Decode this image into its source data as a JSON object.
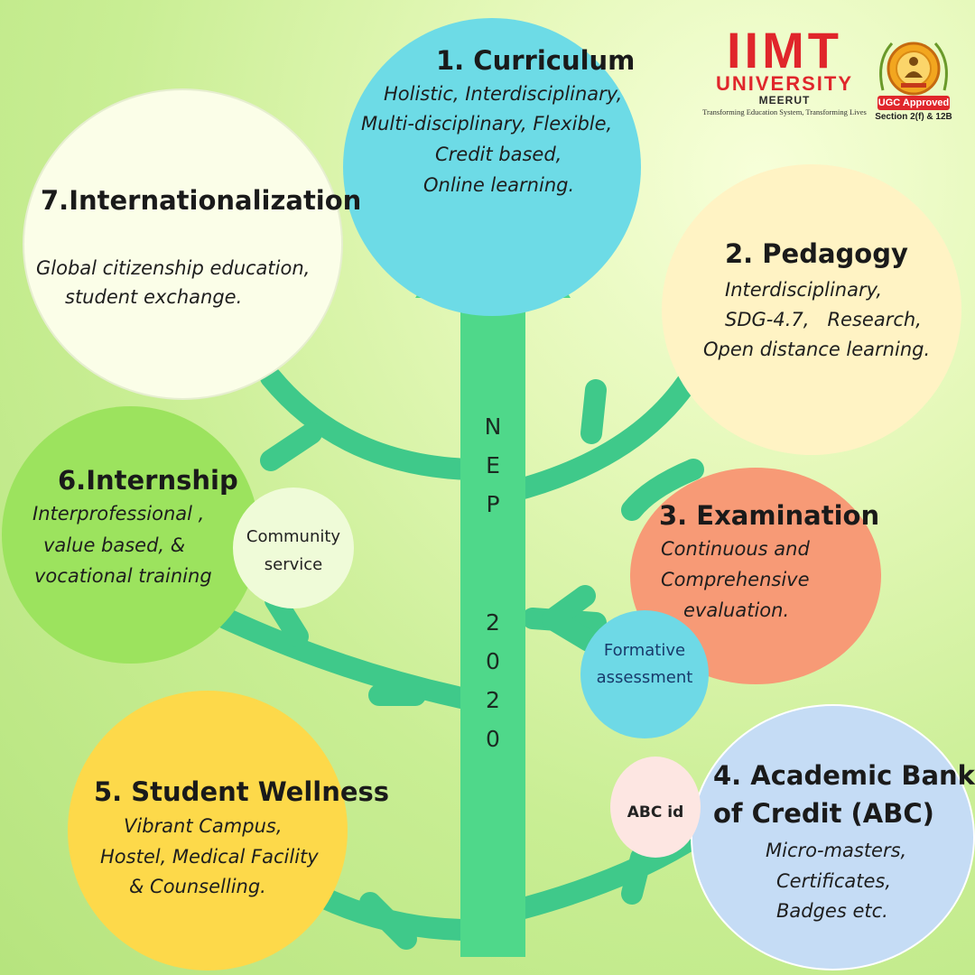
{
  "brand": {
    "name_big": "IIMT",
    "name_sub": "UNIVERSITY",
    "city": "MEERUT",
    "tagline": "Transforming Education System, Transforming Lives",
    "badge": "UGC Approved",
    "section": "Section 2(f) & 12B",
    "accent_color": "#e0262b"
  },
  "trunk_label": [
    "N",
    "E",
    "P",
    "2",
    "0",
    "2",
    "0"
  ],
  "branches": {
    "curriculum": {
      "title": "1. Curriculum",
      "lines": [
        "Holistic, Interdisciplinary,",
        "Multi-disciplinary, Flexible,",
        "Credit based,",
        "Online learning."
      ],
      "color": "#6ddbe6"
    },
    "pedagogy": {
      "title": "2. Pedagogy",
      "lines": [
        "Interdisciplinary,",
        "SDG-4.7,   Research,",
        "Open distance learning."
      ],
      "color": "#fff3c4"
    },
    "examination": {
      "title": "3. Examination",
      "lines": [
        "Continuous and",
        "Comprehensive",
        "evaluation."
      ],
      "color": "#f79a76",
      "sub": [
        "Formative",
        "assessment"
      ],
      "sub_color": "#6ed9e6"
    },
    "abc": {
      "title_lines": [
        "4.  Academic Bank",
        "of Credit  (ABC)"
      ],
      "lines": [
        "Micro-masters,",
        "Certificates,",
        "Badges etc."
      ],
      "color": "#c5dcf5",
      "sub": [
        "ABC id"
      ],
      "sub_color": "#fde6e2"
    },
    "wellness": {
      "title": "5. Student Wellness",
      "lines": [
        "Vibrant Campus,",
        "Hostel, Medical Facility",
        "& Counselling."
      ],
      "color": "#fdd94a"
    },
    "internship": {
      "title": "6.Internship",
      "lines": [
        "Interprofessional ,",
        "value based, &",
        "vocational training"
      ],
      "color": "#9ce35e",
      "sub": [
        "Community",
        "service"
      ],
      "sub_color": "#effbd8"
    },
    "internationalization": {
      "title": "7.Internationalization",
      "lines": [
        "Global citizenship education,",
        "student exchange."
      ],
      "color": "#fbfee8"
    }
  }
}
